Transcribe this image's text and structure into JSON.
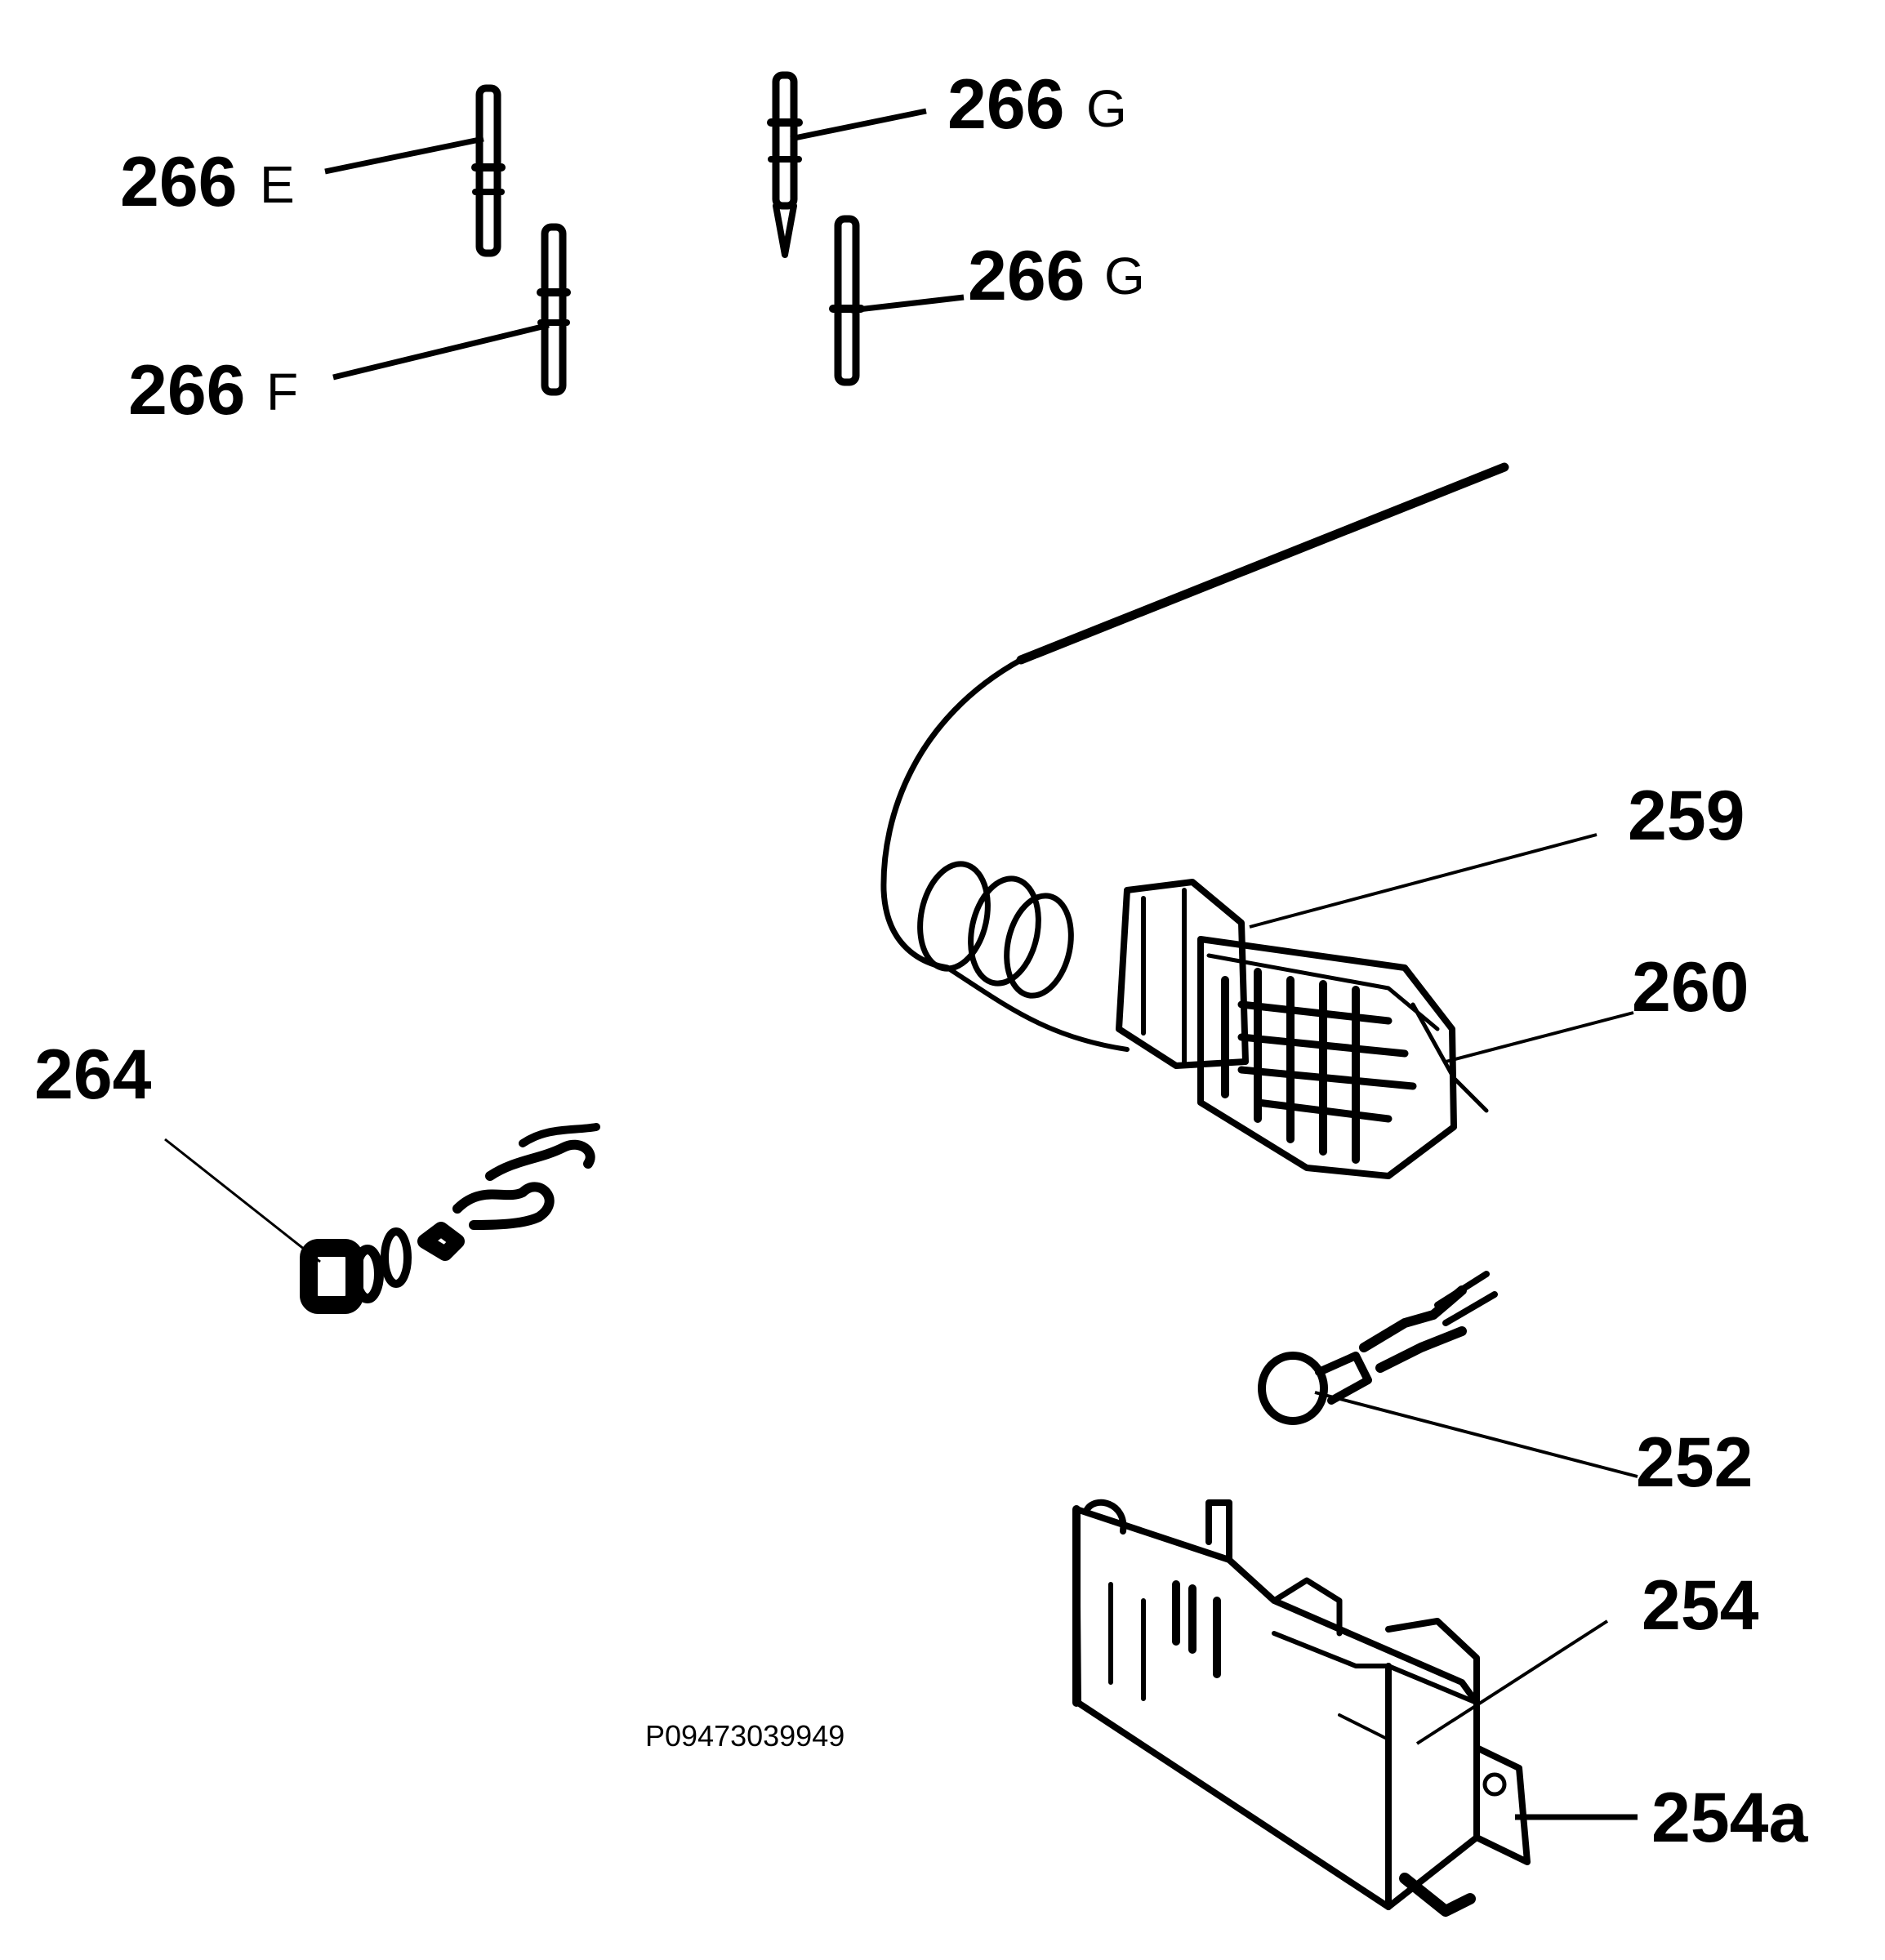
{
  "colors": {
    "background": "#ffffff",
    "ink": "#000000"
  },
  "callouts": {
    "c266e": {
      "number": "266",
      "suffix": "E"
    },
    "c266f": {
      "number": "266",
      "suffix": "F"
    },
    "c266g_top": {
      "number": "266",
      "suffix": "G"
    },
    "c266g_mid": {
      "number": "266",
      "suffix": "G"
    },
    "c259": {
      "number": "259"
    },
    "c260": {
      "number": "260"
    },
    "c264": {
      "number": "264"
    },
    "c252": {
      "number": "252"
    },
    "c254": {
      "number": "254"
    },
    "c254a": {
      "number": "254a"
    }
  },
  "drawing_code": "P09473039949"
}
